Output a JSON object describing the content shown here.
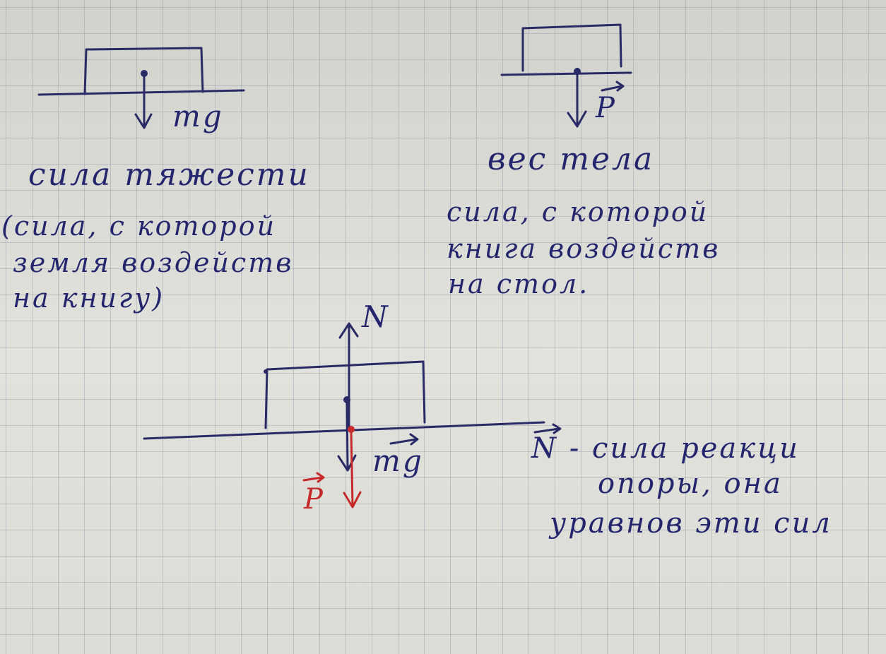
{
  "diagram_top_left": {
    "vector_label": "mg",
    "caption": "сила тяжести",
    "note_lines": [
      "(сила, с которой",
      "земля воздейств",
      "на книгу)"
    ]
  },
  "diagram_top_right": {
    "vector_label": "P",
    "caption": "вес тела",
    "note_lines": [
      "сила, с которой",
      "книга воздейств",
      "на стол."
    ]
  },
  "diagram_bottom": {
    "label_normal": "N",
    "label_gravity": "mg",
    "label_weight": "P"
  },
  "note_right": {
    "lines": [
      "N - сила реакци",
      "опоры, она",
      "уравнов эти сил"
    ]
  },
  "colors": {
    "ink": "#2a2a66",
    "red_ink": "#c62a2a",
    "paper": "#dcdcd8"
  }
}
